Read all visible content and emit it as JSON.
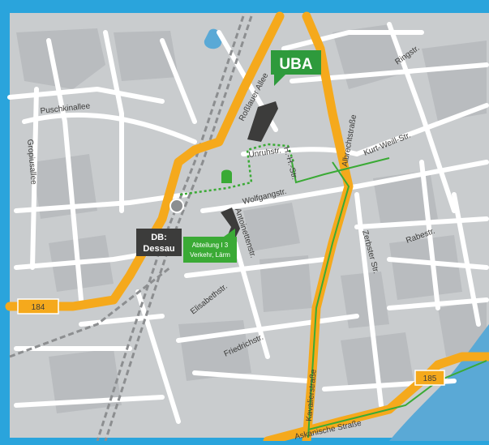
{
  "labels": {
    "uba": "UBA",
    "station_line1": "DB:",
    "station_line2": "Dessau",
    "dept_line1": "Abteilung I 3",
    "dept_line2": "Verkehr, Lärm",
    "road_184": "184",
    "road_185": "185"
  },
  "streets": {
    "ringstr": "Ringstr.",
    "puschkinallee": "Puschkinallee",
    "gropiusallee": "Gropiusallee",
    "rosslauer_allee": "Roßlauer Allee",
    "unruhstr": "Unruhstr.",
    "hh_str": "H.-H.-Str.",
    "albrechtstrasse": "Albrechtstraße",
    "kurt_weill_str": "Kurt-Weill-Str.",
    "wolfgangstr": "Wolfgangstr.",
    "antoinettenstr": "Antoinettenstr.",
    "zerbster_str": "Zerbster Str.",
    "rabestr": "Rabestr.",
    "elisabethstr": "Elisabethstr.",
    "friedrichstr": "Friedrichstr.",
    "kavalierstrasse": "Kavalierstraße",
    "askanische_strasse": "Askanische Straße"
  },
  "colors": {
    "frame": "#2aa4dc",
    "land": "#c9ccce",
    "block": "#babdc0",
    "street": "#ffffff",
    "main_road": "#f5a91c",
    "route": "#3aaa35",
    "uba_flag": "#2e9a3c",
    "station_box": "#3c3c3b",
    "building": "#3c3c3b",
    "water": "#5aa9d6",
    "railway": "#8c8e90"
  },
  "icons": {
    "station": "station-circle-icon",
    "parking": "parking-marker-icon"
  }
}
